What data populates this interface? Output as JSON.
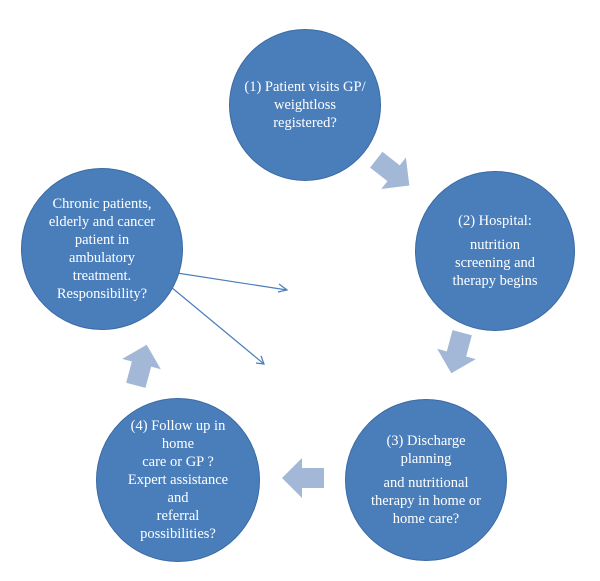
{
  "colors": {
    "node_fill": "#4a7ebb",
    "node_stroke": "#3a6aa3",
    "cycle_arrow": "#a3b7d6",
    "pointer_arrow": "#4a7ebb",
    "text": "#ffffff"
  },
  "nodes": {
    "step1": {
      "lines": [
        "(1) Patient visits GP/",
        "weightloss",
        "registered?"
      ]
    },
    "step2": {
      "lines": [
        "(2) Hospital:",
        "nutrition",
        "screening and",
        "therapy begins"
      ]
    },
    "step3": {
      "lines": [
        "(3) Discharge",
        "planning",
        "and nutritional",
        "therapy in home or",
        "home care?"
      ]
    },
    "step4": {
      "lines": [
        "(4) Follow up in",
        "home",
        "care or GP ?",
        "Expert assistance",
        "and",
        "referral",
        "possibilities?"
      ]
    },
    "chronic": {
      "lines": [
        "Chronic patients,",
        "elderly and cancer",
        "patient in",
        "ambulatory",
        "treatment.",
        "Responsibility?"
      ]
    }
  }
}
